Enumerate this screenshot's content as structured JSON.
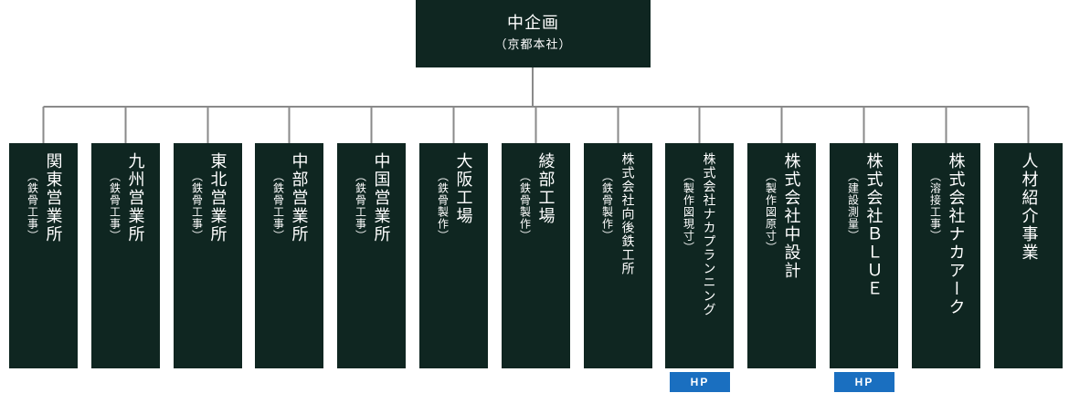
{
  "top": {
    "title": "中企画",
    "subtitle": "（京都本社）"
  },
  "units": [
    {
      "name": "関東営業所",
      "sub": "（鉄骨工事）",
      "small": false
    },
    {
      "name": "九州営業所",
      "sub": "（鉄骨工事）",
      "small": false
    },
    {
      "name": "東北営業所",
      "sub": "（鉄骨工事）",
      "small": false
    },
    {
      "name": "中部営業所",
      "sub": "（鉄骨工事）",
      "small": false
    },
    {
      "name": "中国営業所",
      "sub": "（鉄骨工事）",
      "small": false
    },
    {
      "name": "大阪工場",
      "sub": "（鉄骨製作）",
      "small": false
    },
    {
      "name": "綾部工場",
      "sub": "（鉄骨製作）",
      "small": false
    },
    {
      "name": "株式会社向後鉄工所",
      "sub": "（鉄骨製作）",
      "small": true
    },
    {
      "name": "株式会社ナカプランニング",
      "sub": "（製作図現寸）",
      "small": true,
      "hp": "HP"
    },
    {
      "name": "株式会社中設計",
      "sub": "（製作図原寸）",
      "small": false
    },
    {
      "name": "株式会社ＢＬＵＥ",
      "sub": "（建設測量）",
      "small": false,
      "hp": "HP"
    },
    {
      "name": "株式会社ナカアーク",
      "sub": "（溶接工事）",
      "small": false
    },
    {
      "name": "人材紹介事業",
      "sub": "",
      "small": false
    }
  ],
  "colors": {
    "box": "#0f2621",
    "line": "#8a8a8a",
    "hp": "#1a6fc0"
  }
}
